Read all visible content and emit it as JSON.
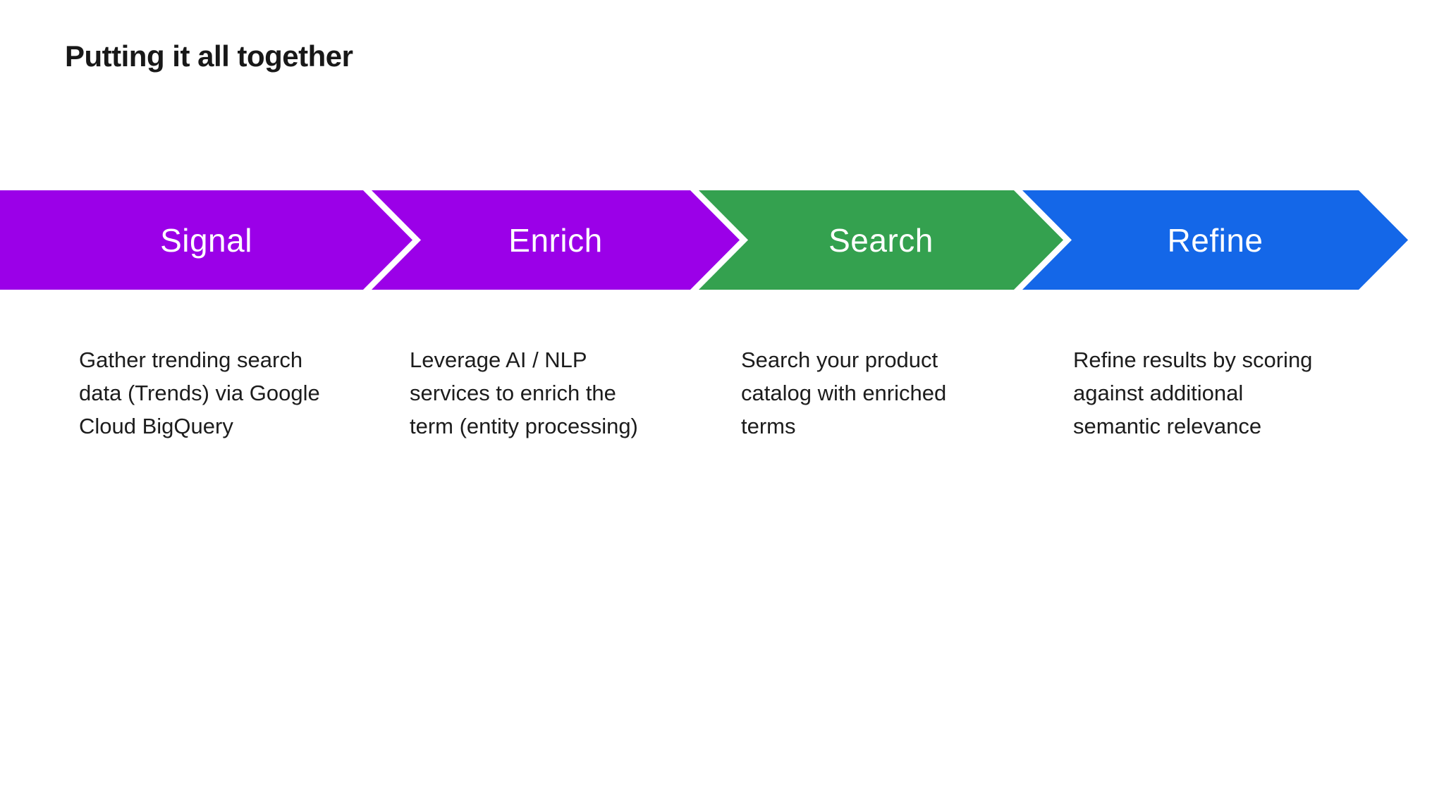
{
  "slide": {
    "title": "Putting it all together",
    "background_color": "#ffffff",
    "title_color": "#181818",
    "description_text_color": "#1c1c1c",
    "label_text_color": "#ffffff"
  },
  "process": {
    "steps": [
      {
        "label": "Signal",
        "color": "#9b00e8",
        "description": "Gather trending search data (Trends) via Google Cloud BigQuery",
        "description_lines": [
          "Gather trending search",
          "data (Trends) via Google",
          "Cloud BigQuery"
        ]
      },
      {
        "label": "Enrich",
        "color": "#9b00e8",
        "description": "Leverage AI / NLP services to enrich the term (entity processing)",
        "description_lines": [
          "Leverage AI / NLP",
          "services to enrich the",
          "term (entity processing)"
        ]
      },
      {
        "label": "Search",
        "color": "#34a14f",
        "description": "Search your product catalog with enriched terms",
        "description_lines": [
          "Search your product",
          "catalog with enriched",
          "terms"
        ]
      },
      {
        "label": "Refine",
        "color": "#1467e8",
        "description": "Refine results by scoring against additional semantic relevance",
        "description_lines": [
          "Refine results by scoring",
          "against additional",
          "semantic relevance"
        ]
      }
    ]
  }
}
